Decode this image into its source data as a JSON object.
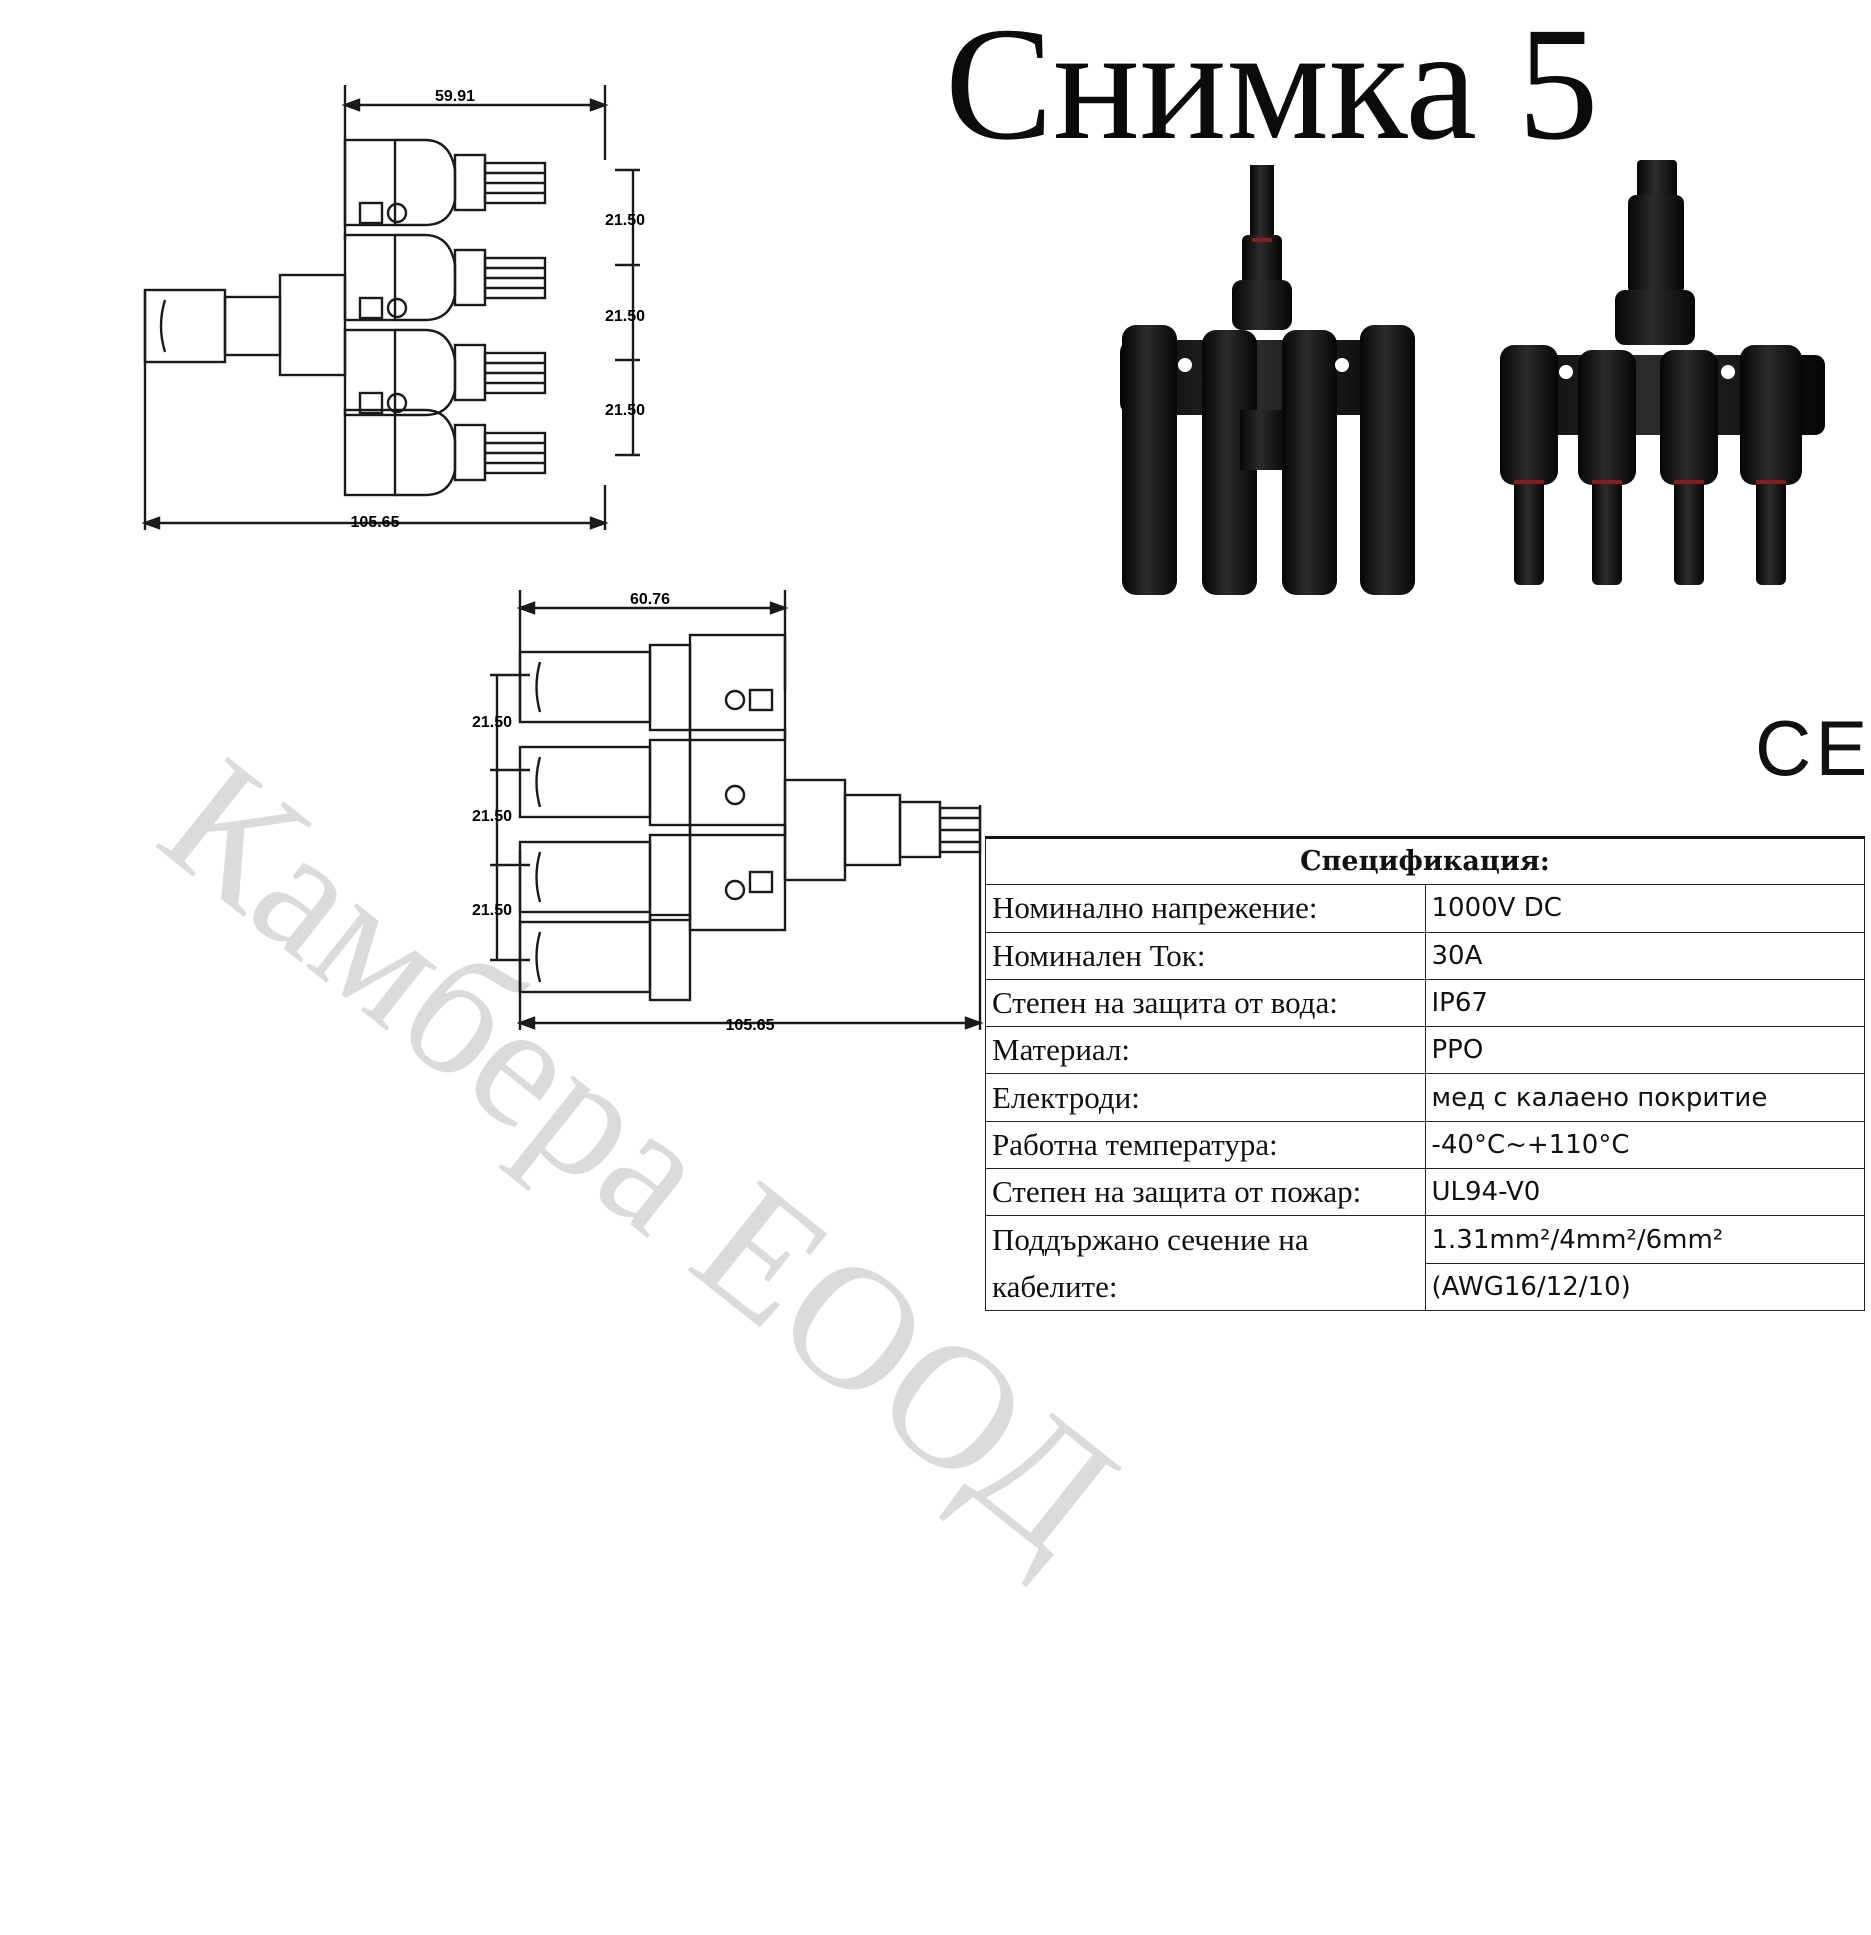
{
  "title": "Снимка 5",
  "ce_mark": "CE",
  "watermark": "Камбера ЕООД",
  "drawing_top": {
    "width_dim": "59.91",
    "pitch_dims": [
      "21.50",
      "21.50",
      "21.50"
    ],
    "length_dim": "105.65"
  },
  "drawing_bottom": {
    "width_dim": "60.76",
    "pitch_dims": [
      "21.50",
      "21.50",
      "21.50"
    ],
    "length_dim": "105.65"
  },
  "specification": {
    "header": "Спецификация:",
    "rows": [
      {
        "label": "Номинално напрежение:",
        "value": "1000V DC"
      },
      {
        "label": "Номинален Ток:",
        "value": "30A"
      },
      {
        "label": "Степен на защита от вода:",
        "value": "IP67"
      },
      {
        "label": "Материал:",
        "value": "PPO"
      },
      {
        "label": "Електроди:",
        "value": "мед с калаено покритие"
      },
      {
        "label": "Работна температура:",
        "value": "-40°C~+110°C"
      },
      {
        "label": "Степен на защита от пожар:",
        "value": "UL94-V0"
      }
    ],
    "last_row": {
      "label_line1": "Поддържано сечение на",
      "label_line2": "кабелите:",
      "value_line1": "1.31mm²/4mm²/6mm²",
      "value_line2": "(AWG16/12/10)"
    }
  },
  "colors": {
    "product": "#0d0d0d",
    "accent_red": "#8b1a1a",
    "drawing_line": "#1a1a1a"
  }
}
